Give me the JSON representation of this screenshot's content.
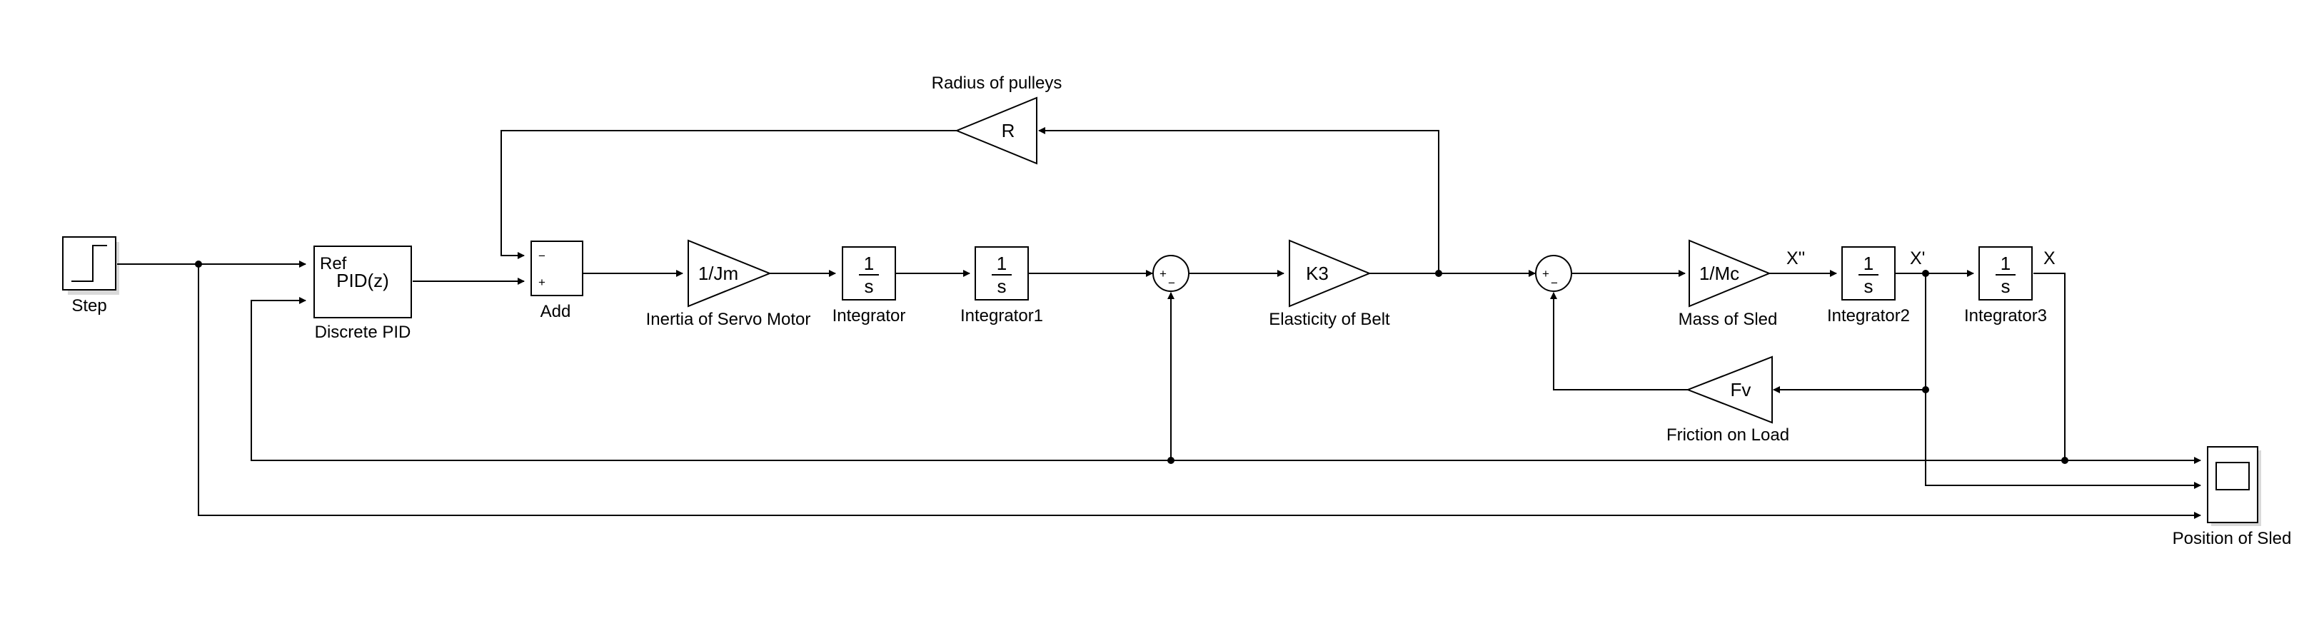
{
  "blocks": {
    "step": {
      "label": "Step"
    },
    "pid": {
      "label": "Discrete PID",
      "port_ref": "Ref",
      "func": "PID(z)"
    },
    "add": {
      "label": "Add",
      "sign_top": "−",
      "sign_bottom": "+"
    },
    "inertia": {
      "label": "Inertia of Servo Motor",
      "gain": "1/Jm"
    },
    "integrator": {
      "label": "Integrator",
      "num": "1",
      "den": "s"
    },
    "integrator1": {
      "label": "Integrator1",
      "num": "1",
      "den": "s"
    },
    "sum1": {
      "sign_left": "+",
      "sign_bottom": "−"
    },
    "elasticity": {
      "label": "Elasticity of Belt",
      "gain": "K3"
    },
    "sum2": {
      "sign_left": "+",
      "sign_bottom": "−"
    },
    "mass": {
      "label": "Mass of Sled",
      "gain": "1/Mc"
    },
    "integrator2": {
      "label": "Integrator2",
      "num": "1",
      "den": "s"
    },
    "integrator3": {
      "label": "Integrator3",
      "num": "1",
      "den": "s"
    },
    "radius": {
      "label": "Radius of pulleys",
      "gain": "R"
    },
    "friction": {
      "label": "Friction on Load",
      "gain": "Fv"
    },
    "scope": {
      "label": "Position of Sled"
    }
  },
  "signals": {
    "x_ddot": "X''",
    "x_dot": "X'",
    "x": "X"
  }
}
